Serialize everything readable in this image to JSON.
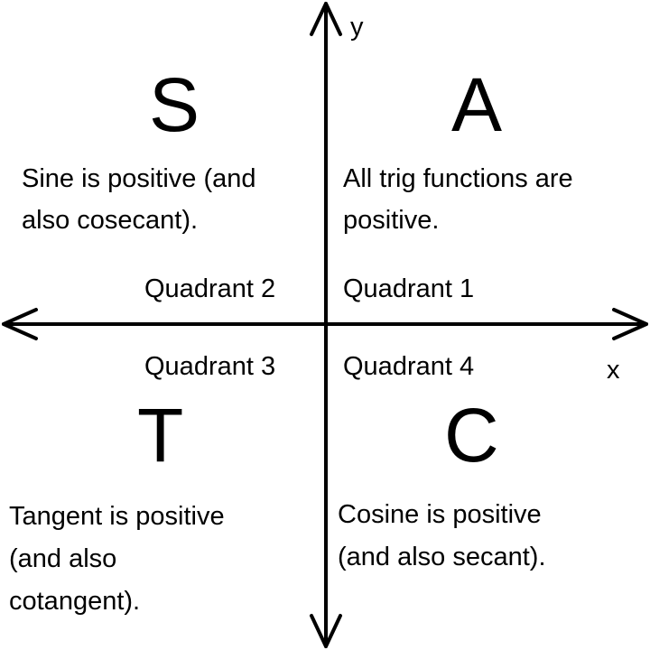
{
  "axes": {
    "x_label": "x",
    "y_label": "y"
  },
  "quadrants": [
    {
      "letter": "A",
      "label": "Quadrant 1",
      "line1": "All trig functions are",
      "line2": "positive."
    },
    {
      "letter": "S",
      "label": "Quadrant 2",
      "line1": "Sine is positive (and",
      "line2": "also cosecant)."
    },
    {
      "letter": "T",
      "label": "Quadrant 3",
      "line1": "Tangent is positive",
      "line2": "(and also",
      "line3": "cotangent)."
    },
    {
      "letter": "C",
      "label": "Quadrant 4",
      "line1": "Cosine is positive",
      "line2": "(and also secant)."
    }
  ]
}
